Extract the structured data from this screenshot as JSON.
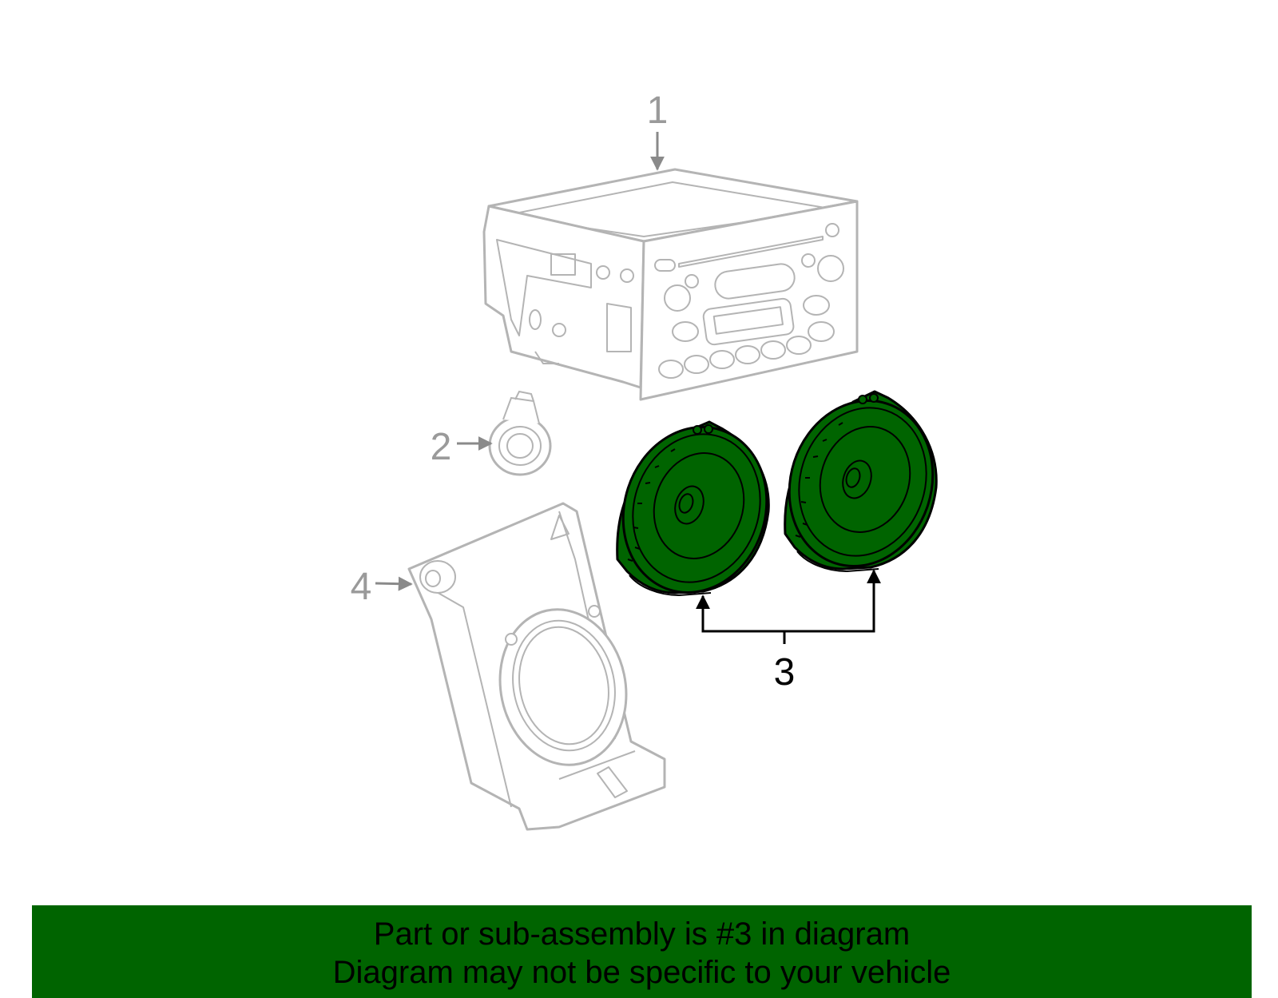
{
  "callouts": {
    "part_1": "1",
    "part_2": "2",
    "part_3": "3",
    "part_4": "4"
  },
  "caption": {
    "line1": "Part or sub-assembly is #3 in diagram",
    "line2": "Diagram may not be specific to your vehicle"
  },
  "colors": {
    "highlight_part": "#006400",
    "banner_background": "#006400",
    "context_parts": "#b4b4b4",
    "highlight_outline": "#000000"
  }
}
